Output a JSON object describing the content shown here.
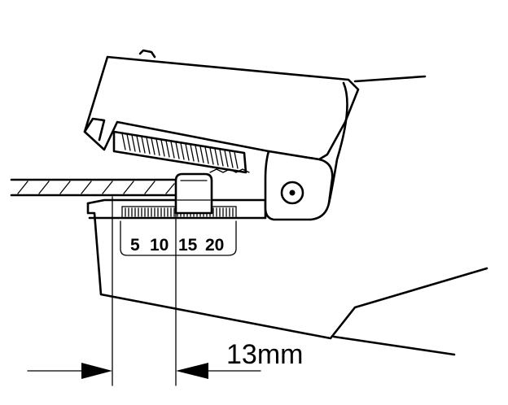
{
  "figure": {
    "type": "technical-line-drawing",
    "subject": "stapler-head-and-adjustable-base-scale",
    "ink_color": "#000000",
    "background_color": "#ffffff"
  },
  "scale": {
    "ticks": [
      "5",
      "10",
      "15",
      "20"
    ]
  },
  "dimension": {
    "label": "13mm",
    "value": 13,
    "unit": "mm"
  }
}
